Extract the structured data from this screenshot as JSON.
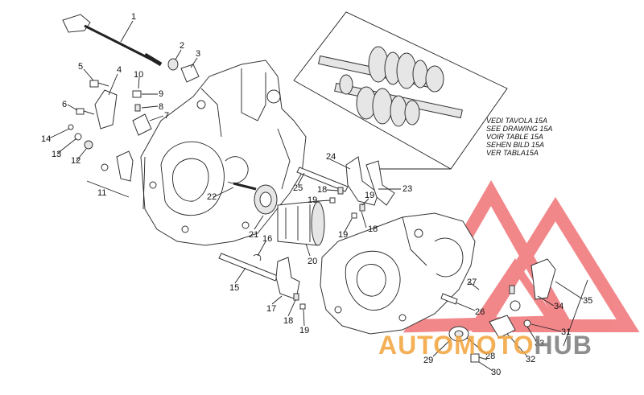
{
  "callouts": [
    {
      "label": "1"
    },
    {
      "label": "2"
    },
    {
      "label": "3"
    },
    {
      "label": "4"
    },
    {
      "label": "5"
    },
    {
      "label": "6"
    },
    {
      "label": "7"
    },
    {
      "label": "8"
    },
    {
      "label": "9"
    },
    {
      "label": "10"
    },
    {
      "label": "11"
    },
    {
      "label": "12"
    },
    {
      "label": "13"
    },
    {
      "label": "14"
    },
    {
      "label": "15"
    },
    {
      "label": "16"
    },
    {
      "label": "17"
    },
    {
      "label": "18"
    },
    {
      "label": "19"
    },
    {
      "label": "20"
    },
    {
      "label": "21"
    },
    {
      "label": "22"
    },
    {
      "label": "23"
    },
    {
      "label": "24"
    },
    {
      "label": "25"
    },
    {
      "label": "18"
    },
    {
      "label": "19"
    },
    {
      "label": "19"
    },
    {
      "label": "18"
    },
    {
      "label": "26"
    },
    {
      "label": "27"
    },
    {
      "label": "28"
    },
    {
      "label": "29"
    },
    {
      "label": "30"
    },
    {
      "label": "31"
    },
    {
      "label": "32"
    },
    {
      "label": "33"
    },
    {
      "label": "34"
    },
    {
      "label": "35"
    }
  ],
  "reference_note": [
    "VEDI TAVOLA 15A",
    "SEE DRAWING 15A",
    "VOIR TABLE 15A",
    "SEHEN BILD 15A",
    "VER TABLA15A"
  ],
  "watermark": {
    "part1": "AUTO",
    "part2": "MOTO",
    "part3": "HUB",
    "color_red": "#e8262b",
    "color_orange": "#f2a33a",
    "color_gray": "#7b7b7b"
  }
}
